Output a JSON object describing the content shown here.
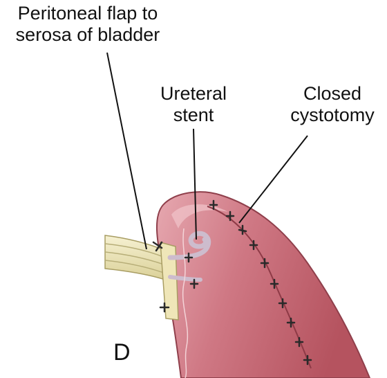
{
  "labels": {
    "peritoneal_flap_line1": "Peritoneal flap to",
    "peritoneal_flap_line2": "serosa of bladder",
    "ureteral_stent_line1": "Ureteral",
    "ureteral_stent_line2": "stent",
    "closed_cystotomy_line1": "Closed",
    "closed_cystotomy_line2": "cystotomy"
  },
  "panel_letter": "D",
  "colors": {
    "bladder": "#c9707a",
    "bladder_light": "#e6a3ab",
    "bladder_dark": "#9e4a55",
    "ureter": "#ece4b4",
    "ureter_line": "#b7ae78",
    "stent": "#d8c9d8",
    "suture": "#2a2a2a",
    "leader": "#111111"
  }
}
